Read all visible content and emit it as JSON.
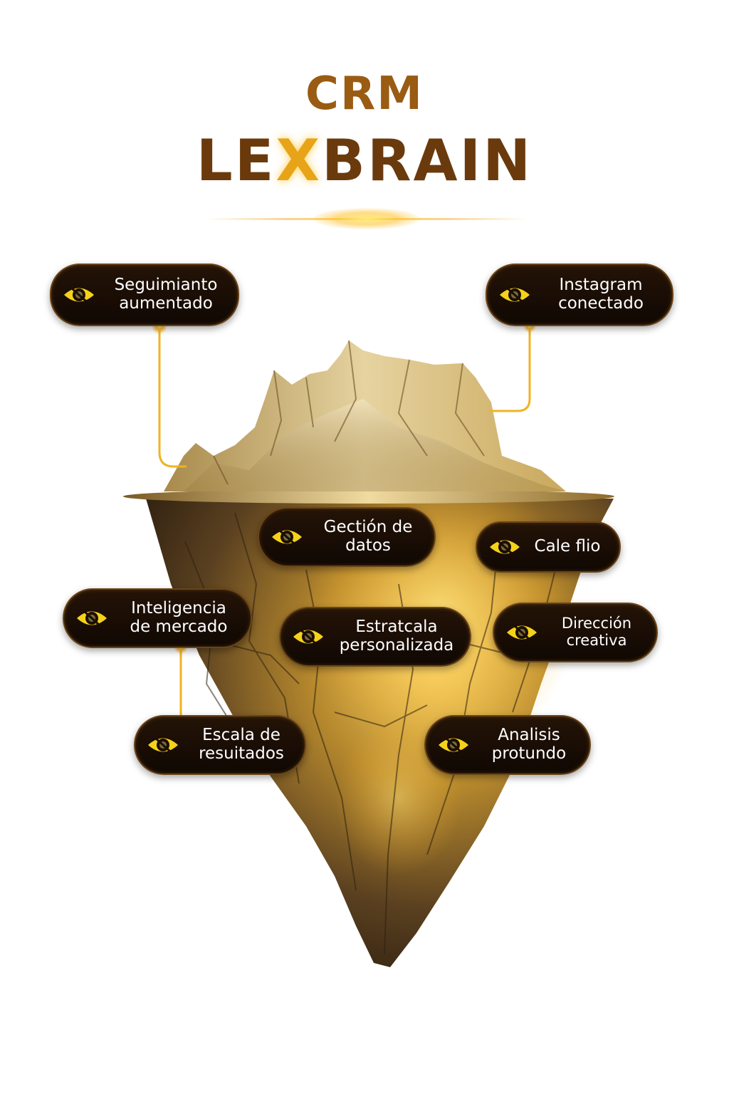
{
  "header": {
    "title_top": "CRM",
    "title_main_a": "LE",
    "title_main_x": "X",
    "title_main_b": "BRAIN"
  },
  "colors": {
    "title_top": "#9a5b12",
    "title_main": "#6b3a0c",
    "accent_gold": "#e7a418",
    "pill_bg": "#1a0e05",
    "pill_border": "#6b4316",
    "connector": "#f0b323",
    "eye_icon": "#f5d21a"
  },
  "pills": [
    {
      "id": "seguimiento",
      "icon": "eye-icon",
      "line1": "Seguimianto",
      "line2": "aumentado"
    },
    {
      "id": "instagram",
      "icon": "eye-icon",
      "line1": "Instagram",
      "line2": "conectado"
    },
    {
      "id": "gestion",
      "icon": "eye-icon",
      "line1": "Gectión de",
      "line2": "datos"
    },
    {
      "id": "calefio",
      "icon": "eye-icon",
      "line1": "Cale flio",
      "line2": ""
    },
    {
      "id": "inteligencia",
      "icon": "eye-icon",
      "line1": "Inteligencia",
      "line2": "de mercado"
    },
    {
      "id": "estrategia",
      "icon": "eye-icon",
      "line1": "Estratcala",
      "line2": "personalizada"
    },
    {
      "id": "direccion",
      "icon": "eye-icon",
      "line1": "Dirección",
      "line2": "creativa"
    },
    {
      "id": "escala",
      "icon": "eye-icon",
      "line1": "Escala de",
      "line2": "resuitados"
    },
    {
      "id": "analisis",
      "icon": "eye-icon",
      "line1": "Analisis",
      "line2": "protundo"
    }
  ]
}
